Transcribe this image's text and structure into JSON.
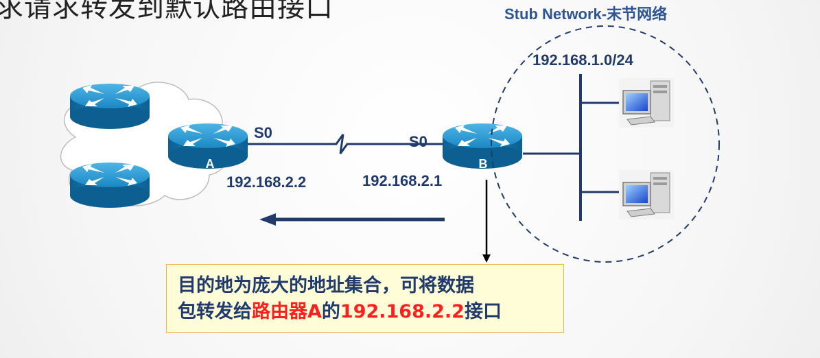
{
  "slide": {
    "title": "求请求转发到默认路由接口",
    "stub_network_label": "Stub Network-末节网络",
    "network_address": "192.168.1.0/24",
    "router_a": {
      "name": "A",
      "interface": "S0",
      "ip": "192.168.2.2"
    },
    "router_b": {
      "name": "B",
      "interface": "S0",
      "ip": "192.168.2.1"
    },
    "note": {
      "line1": "目的地为庞大的地址集合，可将数据",
      "line2_prefix": "包转发给",
      "line2_highlight1": "路由器A",
      "line2_middle": "的",
      "line2_highlight2": "192.168.2.2",
      "line2_suffix": "接口"
    }
  },
  "colors": {
    "router": "#1d8fc9",
    "link": "#1f3a6b",
    "accent_red": "#ff1f1f",
    "note_bg": "#fffdd7"
  },
  "icons": [
    "router-icon",
    "computer-icon",
    "cloud-icon",
    "arrow-left-icon",
    "arrow-down-icon"
  ]
}
